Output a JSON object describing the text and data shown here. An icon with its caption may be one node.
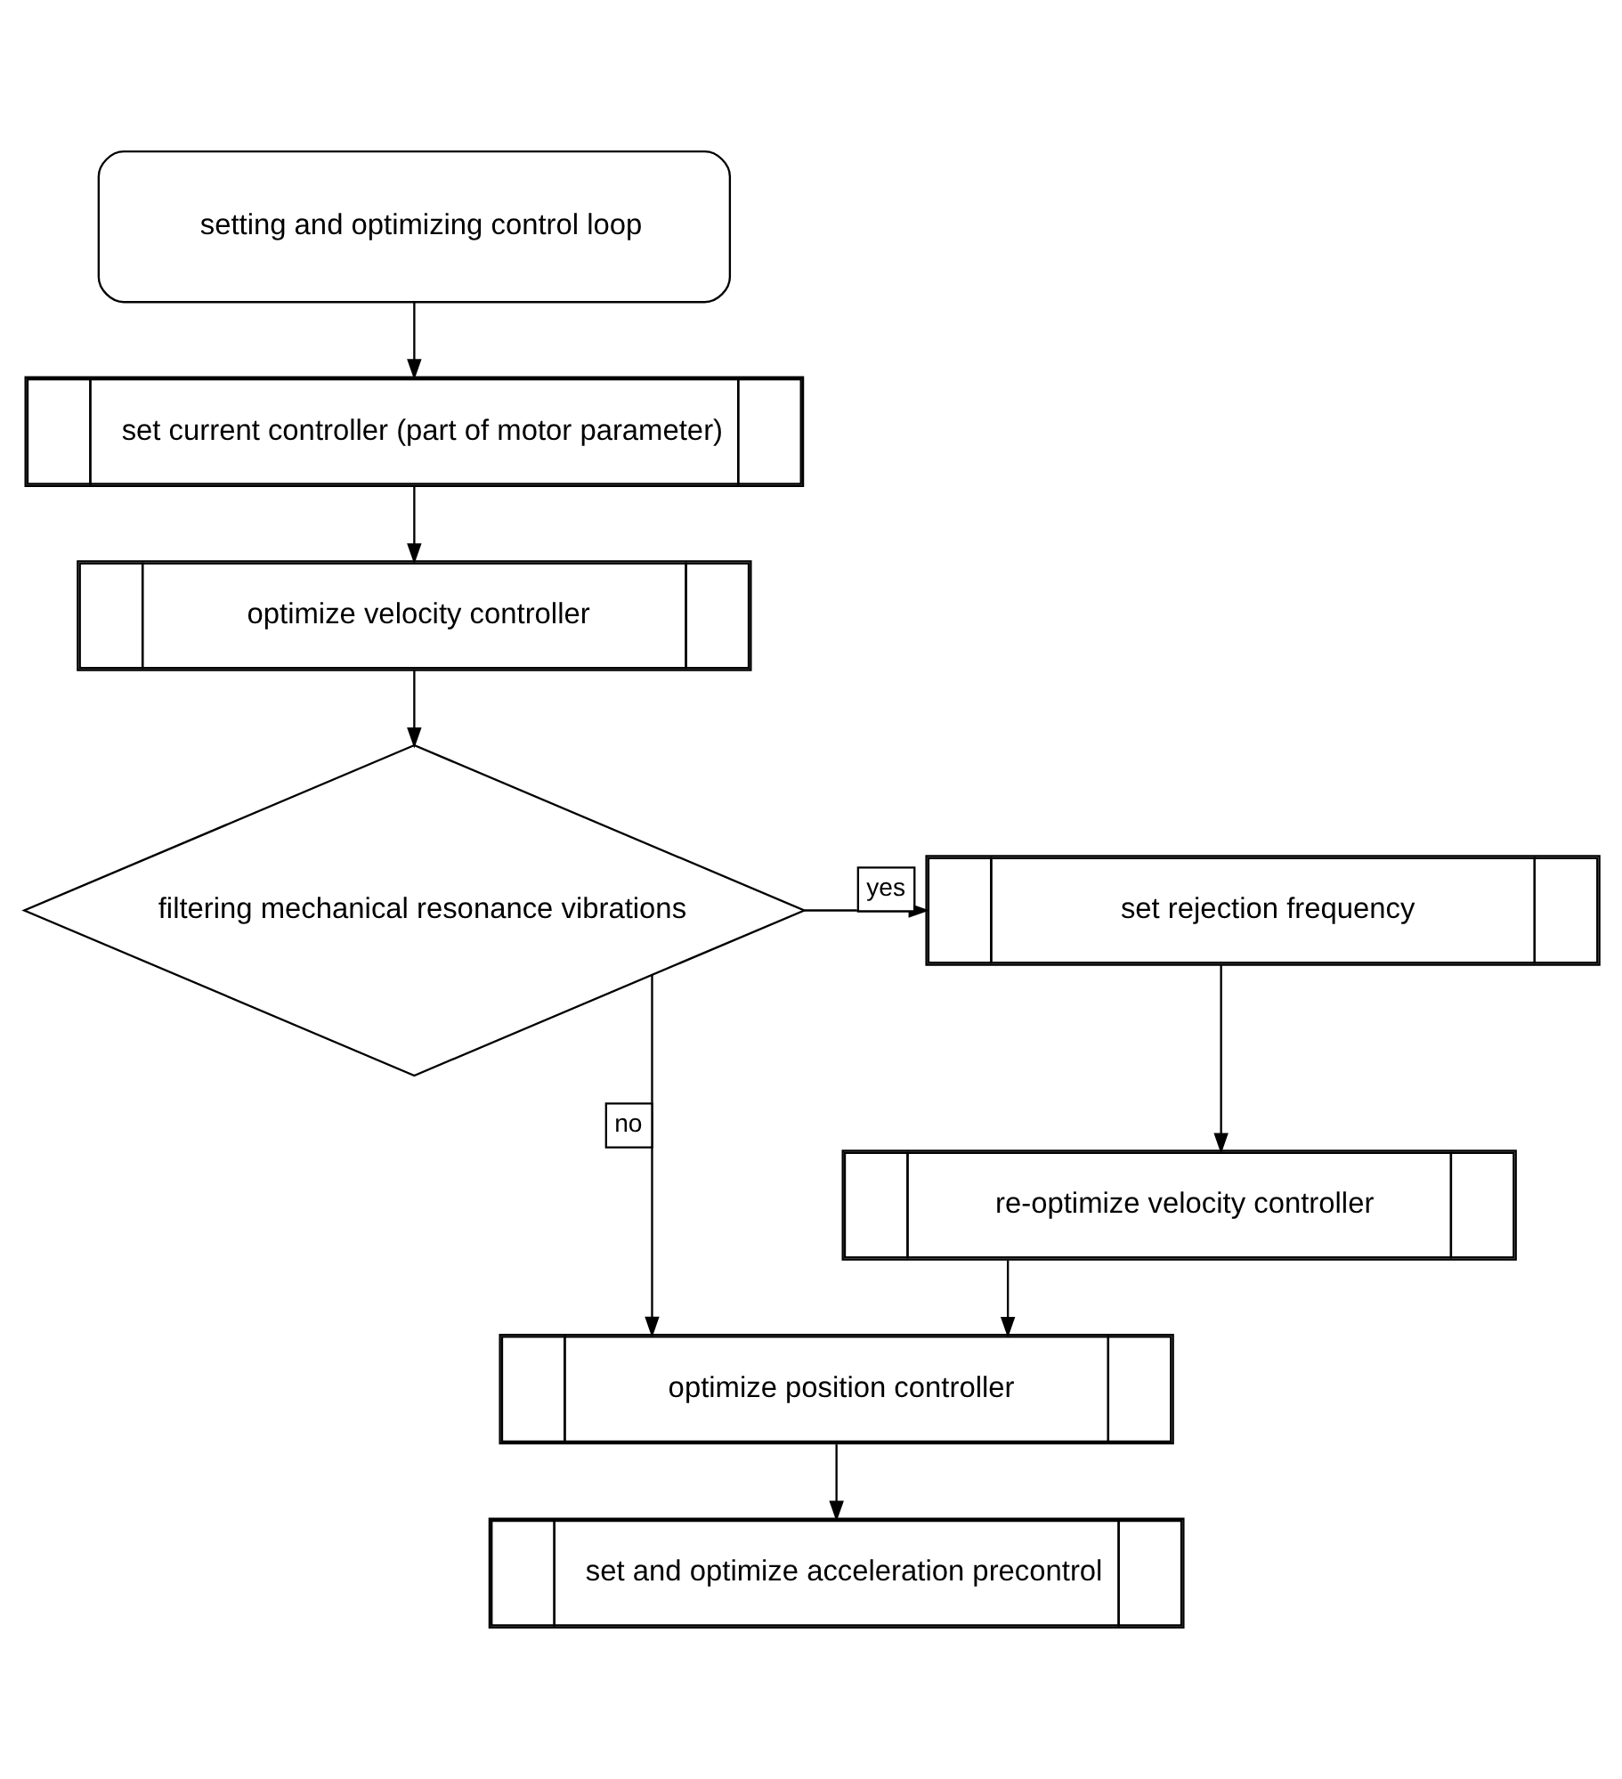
{
  "diagram": {
    "nodes": [
      {
        "text": [
          "setting and optimizing control loop"
        ]
      },
      {
        "text": [
          "set current controller (part of motor parameter)"
        ]
      },
      {
        "text": [
          "optimize velocity controller"
        ]
      },
      {
        "text": [
          "filtering mechanical resonance vibrations"
        ]
      },
      {
        "text": [
          "set rejection frequency"
        ]
      },
      {
        "text": [
          "re-optimize velocity controller"
        ]
      },
      {
        "text": [
          "optimize position controller"
        ]
      },
      {
        "text": [
          "set and optimize acceleration precontrol"
        ]
      }
    ],
    "edges": [
      {
        "from": 0,
        "to": 1,
        "arrow": "to"
      },
      {
        "from": 1,
        "to": 2,
        "arrow": "to"
      },
      {
        "from": 2,
        "to": 3,
        "arrow": "to"
      },
      {
        "from": 3,
        "to": 4,
        "arrow": "to",
        "label": "yes"
      },
      {
        "from": 4,
        "to": 5,
        "arrow": "to"
      },
      {
        "from": 3,
        "to": 6,
        "arrow": "to",
        "label": "no"
      },
      {
        "from": 5,
        "to": 6,
        "arrow": "to"
      },
      {
        "from": 6,
        "to": 7,
        "arrow": "to"
      }
    ]
  }
}
